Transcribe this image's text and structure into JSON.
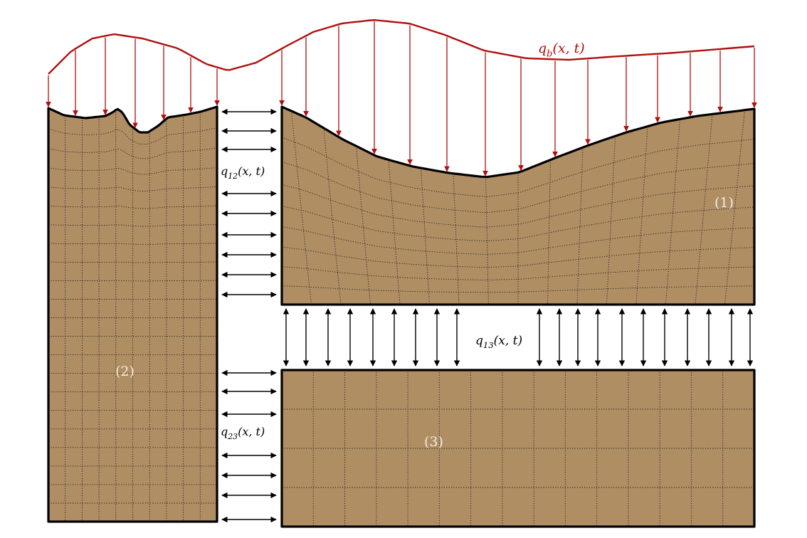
{
  "labels": {
    "load": "q_b(x, t)",
    "flux12": "q_12(x, t)",
    "flux13": "q_13(x, t)",
    "flux23": "q_23(x, t)",
    "domain1": "(1)",
    "domain2": "(2)",
    "domain3": "(3)"
  },
  "colors": {
    "soil": "#b08e64",
    "load": "#b20e0e",
    "outline": "#000000",
    "domain_label": "#f1ece2"
  }
}
